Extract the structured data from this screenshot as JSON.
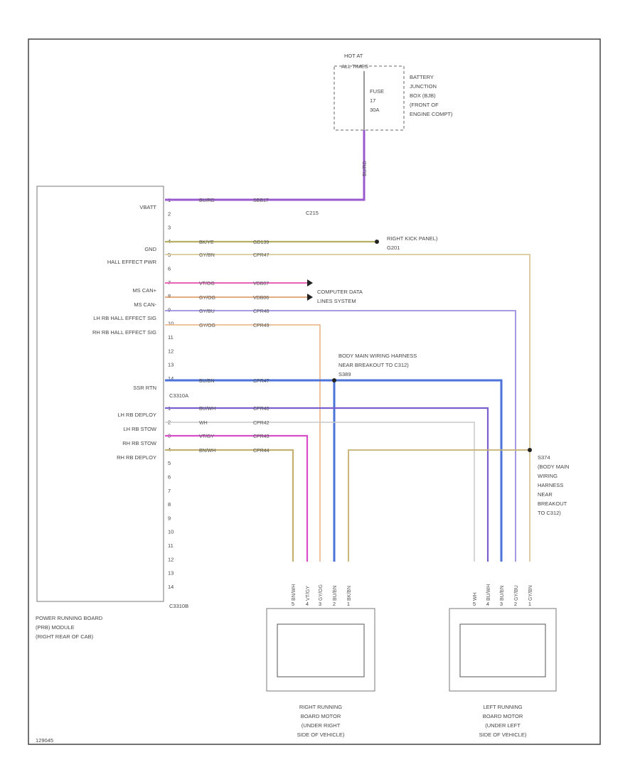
{
  "fuse_box": {
    "hot_label_1": "HOT AT",
    "hot_label_2": "ALL TIMES",
    "fuse_label_1": "FUSE",
    "fuse_label_2": "17",
    "fuse_label_3": "30A",
    "location": [
      "BATTERY",
      "JUNCTION",
      "BOX (BJB)",
      "(FRONT OF",
      "ENGINE COMPT)"
    ],
    "wire_label": "BU/RD"
  },
  "module": {
    "name": [
      "POWER RUNNING BOARD",
      "(PRB) MODULE",
      "(RIGHT REAR OF CAB)"
    ],
    "connector_a": "C3310A",
    "connector_b": "C3310B",
    "splice": "C215",
    "pin_labels": {
      "vbatt": "VBATT",
      "gnd": "GND",
      "hall_pwr": "HALL EFFECT PWR",
      "ms_can_p": "MS CAN+",
      "ms_can_n": "MS CAN-",
      "lh_hall": "LH RB HALL EFFECT SIG",
      "rh_hall": "RH RB HALL EFFECT SIG",
      "ssr_rtn": "SSR RTN",
      "lh_deploy": "LH RB DEPLOY",
      "lh_stow": "LH RB STOW",
      "rh_stow": "RH RB STOW",
      "rh_deploy": "RH RB DEPLOY"
    },
    "pins_a": [
      "1",
      "2",
      "3",
      "4",
      "5",
      "6",
      "7",
      "8",
      "9",
      "10",
      "11",
      "12",
      "13",
      "14"
    ],
    "pins_b": [
      "1",
      "2",
      "3",
      "4",
      "5",
      "6",
      "7",
      "8",
      "9",
      "10",
      "11",
      "12",
      "13",
      "14"
    ]
  },
  "wires": {
    "vbatt": [
      "BU/RD",
      "SBB17"
    ],
    "gnd": [
      "BK/YE",
      "GD139"
    ],
    "hall_pwr": [
      "GY/BN",
      "CPR47"
    ],
    "ms_can_p": [
      "VT/OG",
      "VDB07"
    ],
    "ms_can_n": [
      "GY/OG",
      "VDB06"
    ],
    "lh_hall": [
      "GY/BU",
      "CPR48"
    ],
    "rh_hall": [
      "GY/OG",
      "CPR49"
    ],
    "ssr_rtn": [
      "BU/BN",
      "CPR47"
    ],
    "lh_deploy": [
      "BU/WH",
      "CPR40"
    ],
    "lh_stow": [
      "WH",
      "CPR42"
    ],
    "rh_stow": [
      "VT/GY",
      "CPR43"
    ],
    "rh_deploy": [
      "BN/WH",
      "CPR44"
    ]
  },
  "ground_label": [
    "RIGHT KICK PANEL)",
    "G201"
  ],
  "data_link": [
    "COMPUTER DATA",
    "LINES SYSTEM"
  ],
  "harness_top": [
    "BODY MAIN WIRING HARNESS",
    "NEAR BREAKOUT TO C312)",
    "S389"
  ],
  "harness_right": [
    "S374",
    "(BODY MAIN",
    "WIRING",
    "HARNESS",
    "NEAR",
    "BREAKOUT",
    "TO C312)"
  ],
  "motor_right": {
    "wire_labels": [
      "BN/WH",
      "VT/GY",
      "GY/OG",
      "BU/BN",
      "BK/BN"
    ],
    "pins": [
      "5",
      "4",
      "3",
      "2",
      "1"
    ],
    "name": [
      "RIGHT RUNNING",
      "BOARD MOTOR",
      "(UNDER RIGHT",
      "SIDE OF VEHICLE)"
    ]
  },
  "motor_left": {
    "wire_labels": [
      "WH",
      "BU/WH",
      "BU/BN",
      "GY/BU",
      "GY/BN"
    ],
    "pins": [
      "5",
      "4",
      "3",
      "2",
      "1"
    ],
    "name": [
      "LEFT RUNNING",
      "BOARD MOTOR",
      "(UNDER LEFT",
      "SIDE OF VEHICLE)"
    ]
  },
  "footer_code": "129045",
  "colors": {
    "purple": "#9b59d0",
    "olive": "#b5b060",
    "tan": "#d8c99a",
    "pink": "#e54bb0",
    "orange": "#e0a070",
    "lavender": "#9b8fe0",
    "peach": "#e8b080",
    "blue": "#4b73d8",
    "violet": "#7b5fd0",
    "grey": "#c8c8c8",
    "magenta": "#d64fc8",
    "khaki": "#c4b070"
  }
}
